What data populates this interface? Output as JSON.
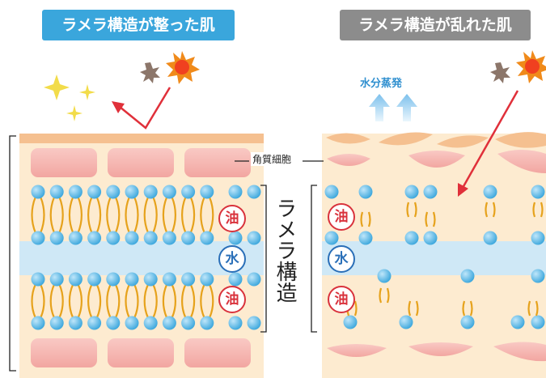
{
  "titles": {
    "left": "ラメラ構造が整った肌",
    "right": "ラメラ構造が乱れた肌"
  },
  "labels": {
    "corneocyte": "角質細胞",
    "lamellar_structure": "ラメラ構造",
    "water_evaporation": "水分蒸発"
  },
  "badges": {
    "oil": "油",
    "water": "水"
  },
  "colors": {
    "title_left_bg": "#3aa6dc",
    "title_right_bg": "#8c8c8c",
    "skin_bg": "#fdebd0",
    "corneocyte": "#f3a9a4",
    "water_band": "#cfe8f6",
    "lipid_head": "#4ab0e3",
    "lipid_tail": "#e6a21c",
    "oil_badge": "#d9323c",
    "water_badge": "#2a6fb8",
    "arrow": "#e0303a",
    "evap_arrow": "#8cc8ee"
  }
}
